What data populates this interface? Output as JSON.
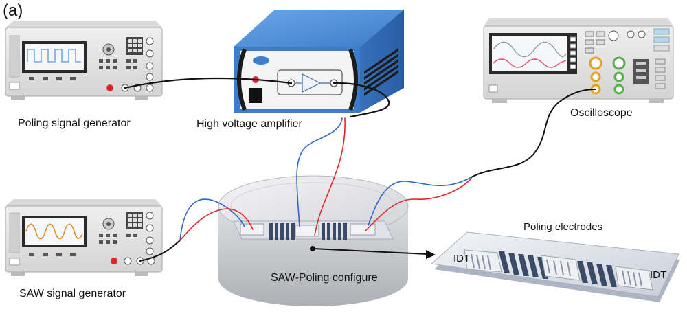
{
  "figure": {
    "panel_label": "(a)",
    "labels": {
      "poling_signal_generator": "Poling signal generator",
      "high_voltage_amplifier": "High voltage amplifier",
      "oscilloscope": "Oscilloscope",
      "saw_signal_generator": "SAW signal generator",
      "saw_poling_configure": "SAW-Poling configure",
      "poling_electrodes": "Poling electrodes",
      "idt_left": "IDT",
      "idt_right": "IDT"
    },
    "colors": {
      "device_body": "#e4e4e4",
      "device_dark": "#bdbdbd",
      "amplifier_blue": "#3d7cc9",
      "wire_blue": "#2f67c9",
      "wire_red": "#e0262b",
      "wire_black": "#111111",
      "square_wave": "#7aa6e0",
      "sine_orange": "#e08a1e",
      "osc_red": "#e0506a",
      "electrode_dark": "#3b4a66"
    }
  }
}
